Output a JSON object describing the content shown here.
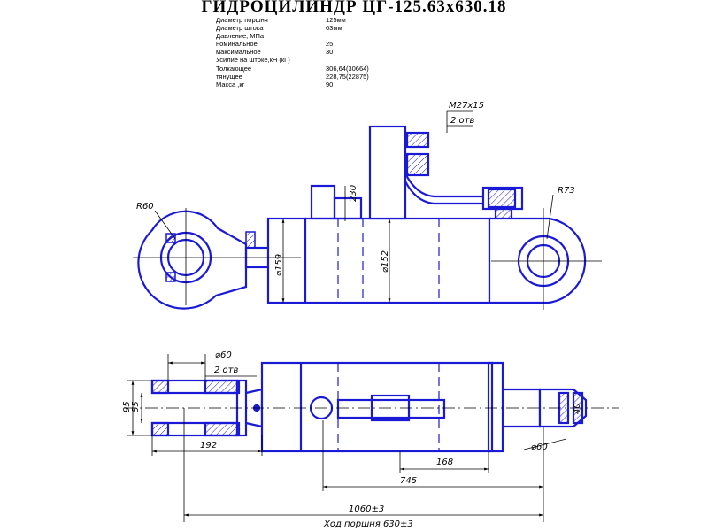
{
  "title": "ГИДРОЦИЛИНДР  ЦГ-125.63х630.18",
  "specs": [
    {
      "label": "Диаметр поршня",
      "value": "125мм"
    },
    {
      "label": "Диаметр штока",
      "value": "63мм"
    },
    {
      "label": "Давление, МПа",
      "value": ""
    },
    {
      "label": "номинальное",
      "value": "25"
    },
    {
      "label": "максимальное",
      "value": "30"
    },
    {
      "label": "Усилие на штоке,кН (кГ)",
      "value": ""
    },
    {
      "label": "Толкающее",
      "value": "306,64(30664)"
    },
    {
      "label": "тянущее",
      "value": "228,75(22875)"
    },
    {
      "label": "Масса ,кг",
      "value": "90"
    }
  ],
  "dimensions": {
    "thread": "M27x15",
    "thread_count": "2 отв",
    "height_230": "230",
    "radius_left": "R60",
    "radius_right": "R73",
    "dia_159": "⌀159",
    "dia_152": "⌀152",
    "pin_dia_left": "⌀60",
    "pin_count": "2 отв",
    "width_95": "95",
    "width_55": "55",
    "len_192": "192",
    "len_168": "168",
    "len_745": "745",
    "len_1060": "1060±3",
    "stroke": "Ход поршня 630±3",
    "pin_dia_right": "⌀60",
    "width_40": "40"
  },
  "colors": {
    "outline": "#1a1ad6",
    "dimension": "#000000"
  }
}
